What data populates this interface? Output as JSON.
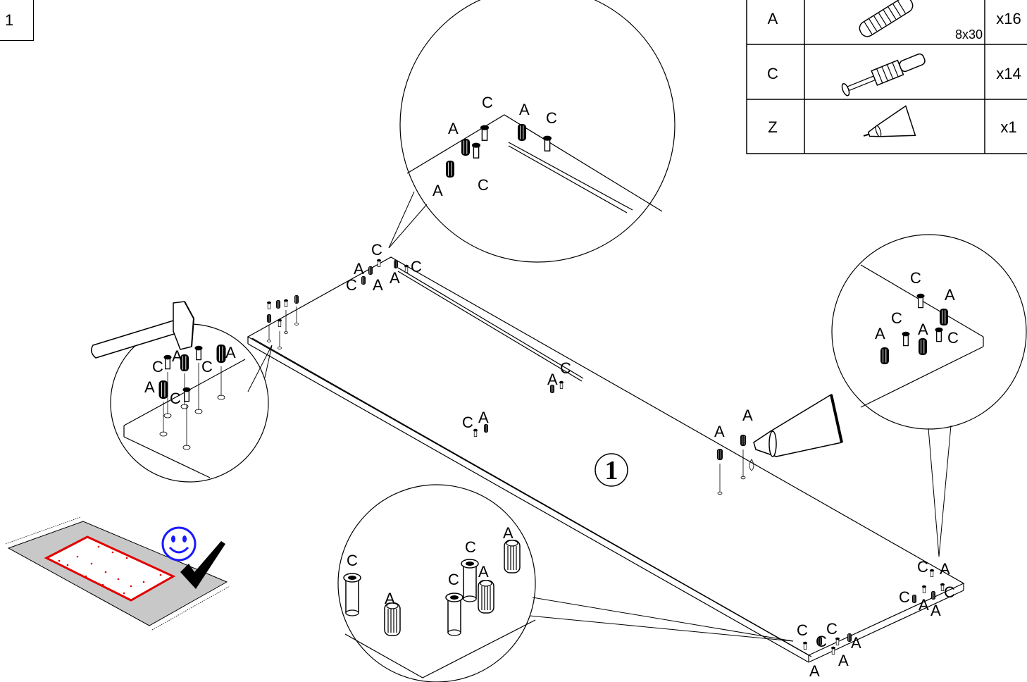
{
  "step": {
    "number": "1"
  },
  "parts_table": {
    "rows": [
      {
        "id": "A",
        "size": "8x30",
        "qty": "x16",
        "icon": "wooden-dowel-icon"
      },
      {
        "id": "C",
        "size": "",
        "qty": "x14",
        "icon": "cam-bolt-icon"
      },
      {
        "id": "Z",
        "size": "",
        "qty": "x1",
        "icon": "glue-tube-icon"
      }
    ]
  },
  "panel_marker": "1",
  "labels": {
    "dowel": "A",
    "bolt": "C"
  },
  "icons": {
    "hammer": "hammer-icon",
    "glue": "glue-tube-icon",
    "smiley": "smiley-icon",
    "check": "checkmark-icon",
    "rug": "rug-icon"
  },
  "colors": {
    "line": "#000000",
    "rug": "#c8c8c8",
    "panel_outline": "#e00000",
    "smiley": "#1a1aff"
  }
}
